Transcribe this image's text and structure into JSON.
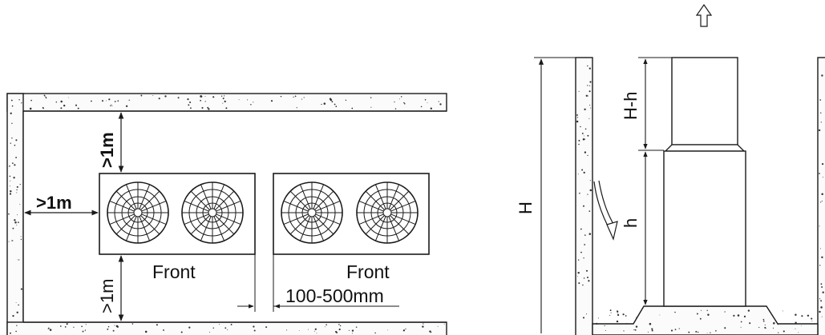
{
  "top_view": {
    "clearance_top_label": ">1m",
    "clearance_left_label": ">1m",
    "clearance_bottom_label": ">1m",
    "unit_1_front_label": "Front",
    "unit_2_front_label": "Front",
    "spacing_label": "100-500mm"
  },
  "side_view": {
    "total_height_label": "H",
    "upper_height_label": "H-h",
    "unit_height_label": "h"
  },
  "colors": {
    "line": "#1a1a1a",
    "background": "#ffffff",
    "speckle": "#333333"
  }
}
